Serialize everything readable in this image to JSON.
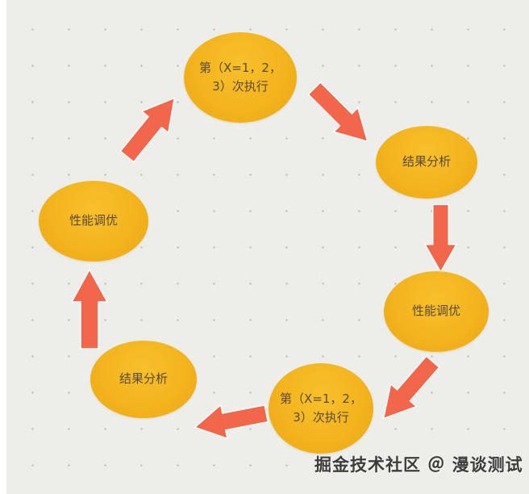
{
  "diagram": {
    "title": "performance-tuning-cycle",
    "node_fill_color": "#f3b41d",
    "arrow_color": "#f2664b",
    "text_color": "#5b4a3d",
    "nodes": [
      {
        "id": "exec-top",
        "label": "第（X=1，2，3）次执行"
      },
      {
        "id": "analysis-top-right",
        "label": "结果分析"
      },
      {
        "id": "tuning-right",
        "label": "性能调优"
      },
      {
        "id": "exec-bottom",
        "label": "第（X=1，2，3）次执行"
      },
      {
        "id": "analysis-bottom-left",
        "label": "结果分析"
      },
      {
        "id": "tuning-left",
        "label": "性能调优"
      }
    ],
    "edges": [
      {
        "from": "exec-top",
        "to": "analysis-top-right"
      },
      {
        "from": "analysis-top-right",
        "to": "tuning-right"
      },
      {
        "from": "tuning-right",
        "to": "exec-bottom"
      },
      {
        "from": "exec-bottom",
        "to": "analysis-bottom-left"
      },
      {
        "from": "analysis-bottom-left",
        "to": "tuning-left"
      },
      {
        "from": "tuning-left",
        "to": "exec-top"
      }
    ]
  },
  "watermark": "掘金技术社区 ＠ 漫谈测试"
}
